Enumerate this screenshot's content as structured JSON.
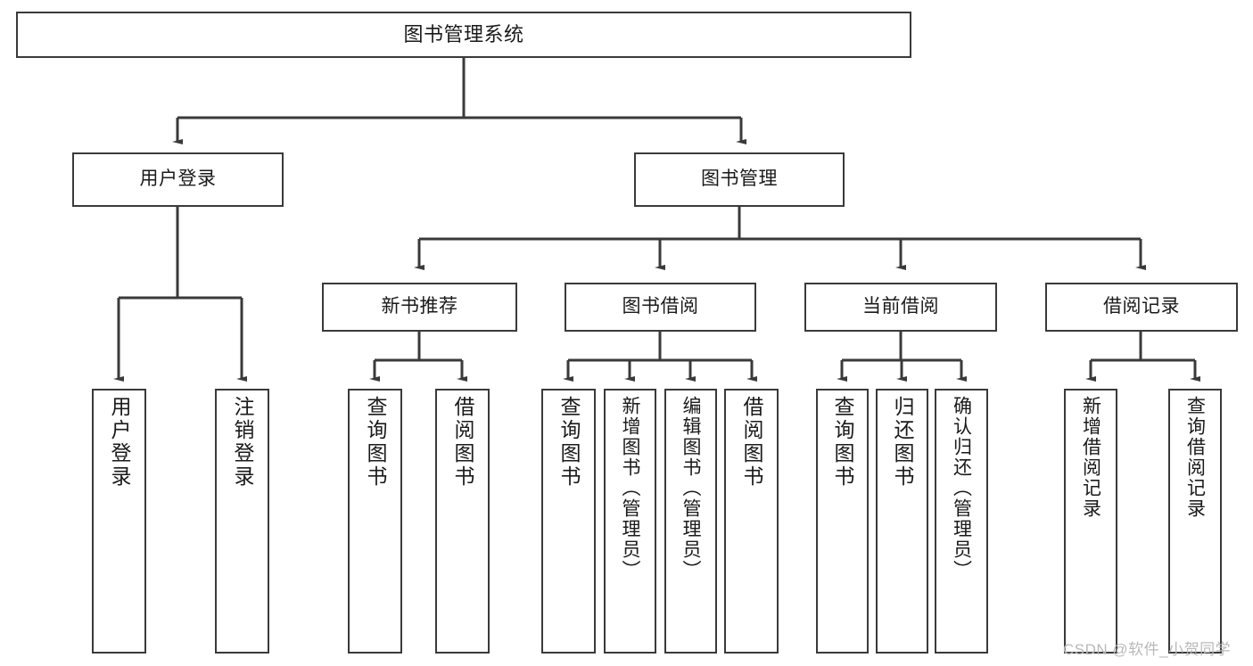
{
  "diagram": {
    "type": "tree-hierarchy",
    "title": "图书管理系统",
    "watermark": "CSDN @软件_小贺同学",
    "colors": {
      "box_border": "#3a3a3a",
      "box_fill": "#ffffff",
      "edge": "#3a3a3a",
      "text": "#1a1a1a",
      "watermark": "#b9b9b9",
      "background": "#ffffff"
    },
    "nodes": {
      "root": {
        "label": "图书管理系统"
      },
      "level2": [
        {
          "id": "user-login",
          "label": "用户登录"
        },
        {
          "id": "book-manage",
          "label": "图书管理"
        }
      ],
      "level3": [
        {
          "id": "new-book-recommend",
          "label": "新书推荐"
        },
        {
          "id": "book-borrow",
          "label": "图书借阅"
        },
        {
          "id": "current-borrow",
          "label": "当前借阅"
        },
        {
          "id": "borrow-record",
          "label": "借阅记录"
        }
      ],
      "leaves": {
        "user-login": [
          {
            "id": "leaf-user-login",
            "label": "用户登录"
          },
          {
            "id": "leaf-logout-login",
            "label": "注销登录"
          }
        ],
        "new-book-recommend": [
          {
            "id": "leaf-query-book-1",
            "label": "查询图书"
          },
          {
            "id": "leaf-borrow-book-1",
            "label": "借阅图书"
          }
        ],
        "book-borrow": [
          {
            "id": "leaf-query-book-2",
            "label": "查询图书"
          },
          {
            "id": "leaf-add-book-admin",
            "label": "新增图书（管理员）"
          },
          {
            "id": "leaf-edit-book-admin",
            "label": "编辑图书（管理员）"
          },
          {
            "id": "leaf-borrow-book-2",
            "label": "借阅图书"
          }
        ],
        "current-borrow": [
          {
            "id": "leaf-query-book-3",
            "label": "查询图书"
          },
          {
            "id": "leaf-return-book",
            "label": "归还图书"
          },
          {
            "id": "leaf-confirm-return-admin",
            "label": "确认归还（管理员）"
          }
        ],
        "borrow-record": [
          {
            "id": "leaf-add-borrow-record",
            "label": "新增借阅记录"
          },
          {
            "id": "leaf-query-borrow-record",
            "label": "查询借阅记录"
          }
        ]
      }
    }
  }
}
